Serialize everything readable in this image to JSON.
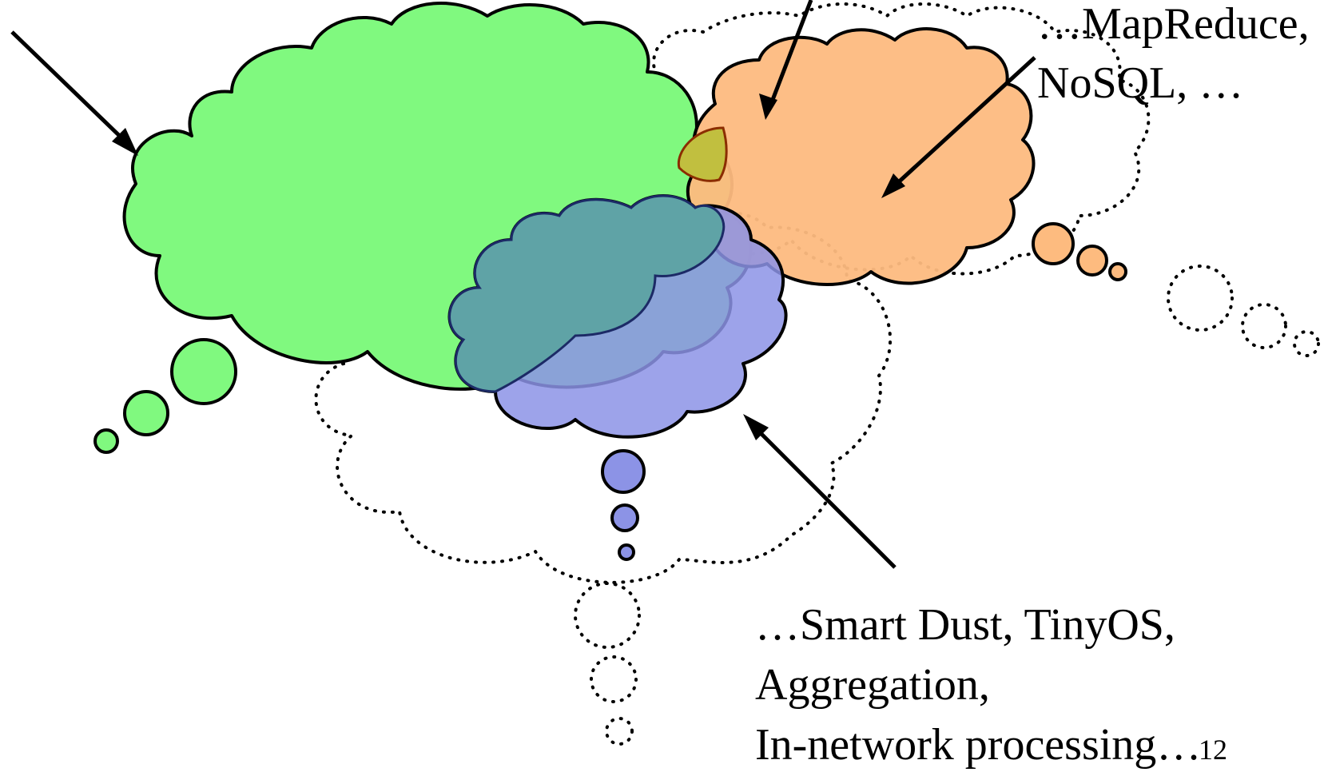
{
  "labels": {
    "top_right_line1": "…MapReduce,",
    "top_right_line2": "NoSQL, …",
    "bottom_line1": "…Smart Dust, TinyOS,",
    "bottom_line2": "Aggregation,",
    "bottom_line3": "In-network processing…",
    "page_number": "12"
  },
  "colors": {
    "green_cloud": "#80f97f",
    "orange_cloud": "#fdbb7f",
    "blue_cloud": "#8c93e6",
    "olive_overlap": "#c1bf3f",
    "teal_overlap": "#5fa3a6"
  },
  "icons": [
    "green-thought-cloud",
    "orange-thought-cloud",
    "blue-thought-cloud",
    "dotted-thought-cloud",
    "arrow"
  ]
}
